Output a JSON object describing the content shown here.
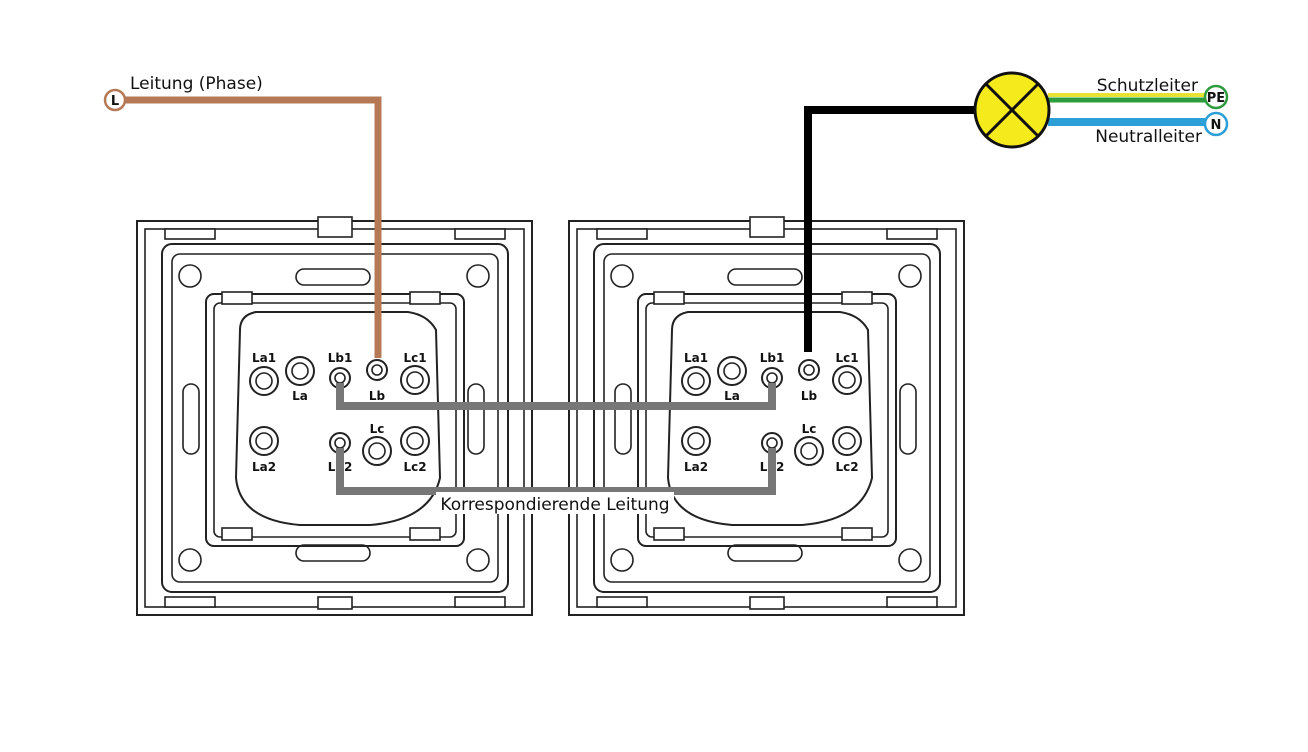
{
  "labels": {
    "phase": "Leitung (Phase)",
    "protective": "Schutzleiter",
    "neutral": "Neutralleiter",
    "traveler": "Korrespondierende Leitung"
  },
  "badges": {
    "phase": "L",
    "protective": "PE",
    "neutral": "N"
  },
  "terminals": {
    "la1": "La1",
    "la": "La",
    "lb1": "Lb1",
    "lb": "Lb",
    "lc1": "Lc1",
    "la2": "La2",
    "lb2": "Lb2",
    "lc": "Lc",
    "lc2": "Lc2"
  },
  "colors": {
    "phase_wire": "#b57a55",
    "switched_wire": "#000000",
    "traveler_wire": "#777777",
    "protective_green": "#2e9c3c",
    "protective_yellow": "#e8e232",
    "neutral_wire": "#2b9fd6",
    "lamp_fill": "#f4ea1c"
  }
}
